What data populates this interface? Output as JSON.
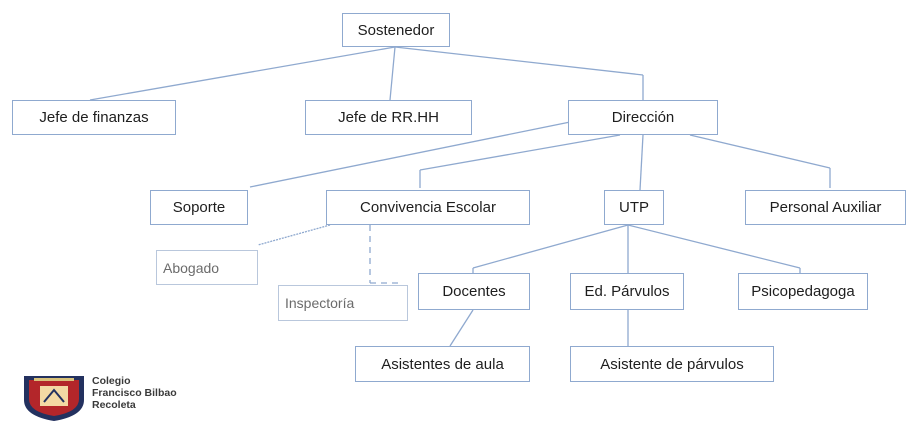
{
  "org_chart": {
    "root": "Sostenedor",
    "level1": {
      "finance": "Jefe de finanzas",
      "hr": "Jefe de RR.HH",
      "direction": "Dirección"
    },
    "level2": {
      "support": "Soporte",
      "coexistence": "Convivencia Escolar",
      "utp": "UTP",
      "aux": "Personal Auxiliar"
    },
    "coexistence_children": {
      "lawyer": "Abogado",
      "inspectorate": "Inspectoría"
    },
    "utp_children": {
      "teachers": "Docentes",
      "preschool": "Ed. Párvulos",
      "psychopedagogue": "Psicopedagoga"
    },
    "level4": {
      "classroom_assistants": "Asistentes de aula",
      "preschool_assistant": "Asistente de párvulos"
    }
  },
  "logo": {
    "line1": "Colegio",
    "line2": "Francisco Bilbao",
    "line3": "Recoleta"
  },
  "colors": {
    "connector": "#8fa9cf",
    "box_border": "#8fa9cf",
    "shield_red": "#b3262a",
    "shield_navy": "#23315f"
  }
}
